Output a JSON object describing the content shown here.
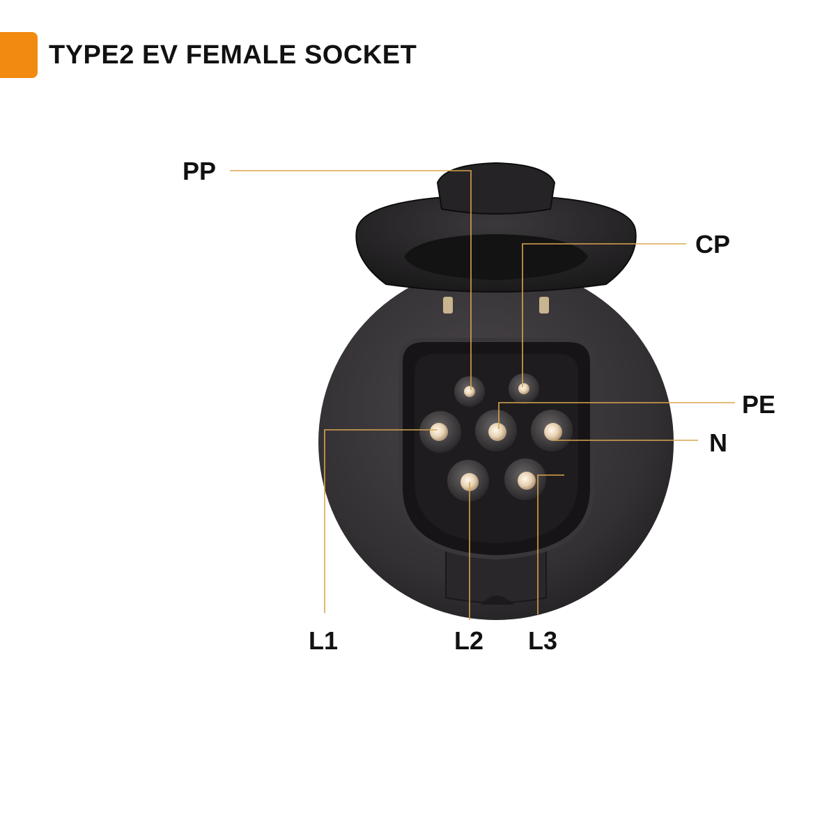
{
  "header": {
    "title": "TYPE2 EV FEMALE SOCKET",
    "accent_color": "#f28a12"
  },
  "pins": [
    {
      "key": "pp",
      "label": "PP"
    },
    {
      "key": "cp",
      "label": "CP"
    },
    {
      "key": "pe",
      "label": "PE"
    },
    {
      "key": "n",
      "label": "N"
    },
    {
      "key": "l1",
      "label": "L1"
    },
    {
      "key": "l2",
      "label": "L2"
    },
    {
      "key": "l3",
      "label": "L3"
    }
  ],
  "colors": {
    "leader_line": "#d9a64e",
    "socket_body": "#2e2b2e",
    "contact_tip": "#f2e4cf"
  }
}
